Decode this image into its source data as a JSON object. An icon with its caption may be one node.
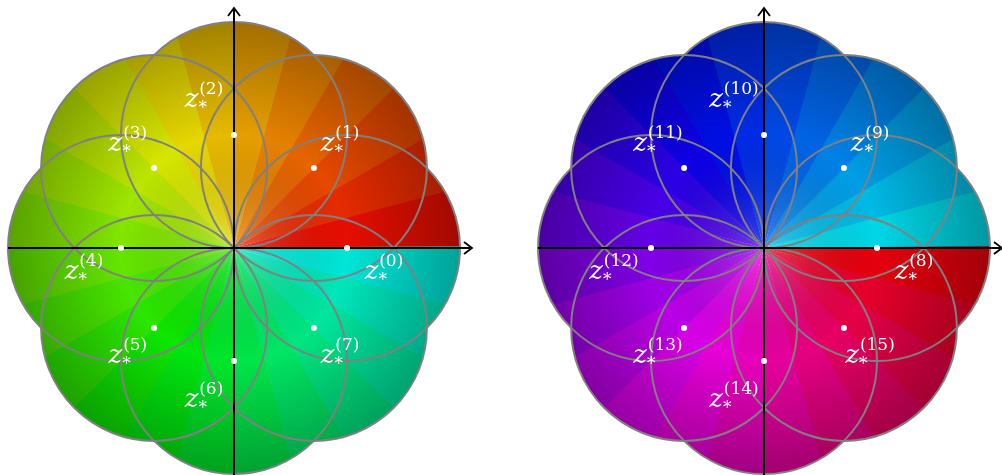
{
  "diagram": {
    "labels": [
      "z$_{*}$$^{(0)}$",
      "z$_{*}$$^{(1)}$",
      "z$_{*}$$^{(2)}$",
      "z$_{*}$$^{(3)}$",
      "z$_{*}$$^{(4)}$",
      "z$_{*}$$^{(5)}$",
      "z$_{*}$$^{(6)}$",
      "z$_{*}$$^{(7)}$",
      "z$_{*}$$^{(8)}$",
      "z$_{*}$$^{(9)}$",
      "z$_{*}$$^{(10)}$",
      "z$_{*}$$^{(11)}$",
      "z$_{*}$$^{(12)}$",
      "z$_{*}$$^{(13)}$",
      "z$_{*}$$^{(14)}$",
      "z$_{*}$$^{(15)}$"
    ]
  }
}
